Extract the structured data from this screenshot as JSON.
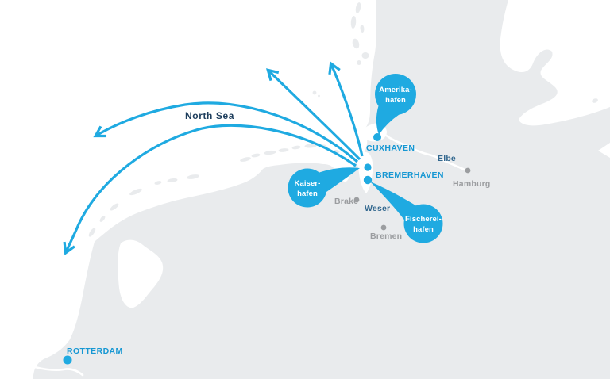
{
  "labels": {
    "north_sea": "North Sea",
    "cuxhaven": "CUXHAVEN",
    "bremerhaven": "BREMERHAVEN",
    "rotterdam": "ROTTERDAM",
    "elbe": "Elbe",
    "weser": "Weser",
    "brake": "Brake",
    "bremen": "Bremen",
    "hamburg": "Hamburg"
  },
  "port_bubbles": {
    "amerikahafen": {
      "line1": "Amerika-",
      "line2": "hafen"
    },
    "kaiserhafen": {
      "line1": "Kaiser-",
      "line2": "hafen"
    },
    "fischereihafen": {
      "line1": "Fischerei-",
      "line2": "hafen"
    }
  },
  "colors": {
    "cyan": "#1FAAE1",
    "port_label_blue": "#1697D3",
    "river_label_blue": "#33688F",
    "sea_label_navy": "#1D3D5C",
    "city_gray": "#9B9DA0",
    "land_gray": "#E9EBED",
    "sea_white": "#FFFFFF"
  },
  "icons": {
    "route-arrow": "cyan curved line with open chevron arrowhead",
    "city-dot": "small filled circle marker",
    "port-bubble": "filled circle with curved pointer tail"
  }
}
